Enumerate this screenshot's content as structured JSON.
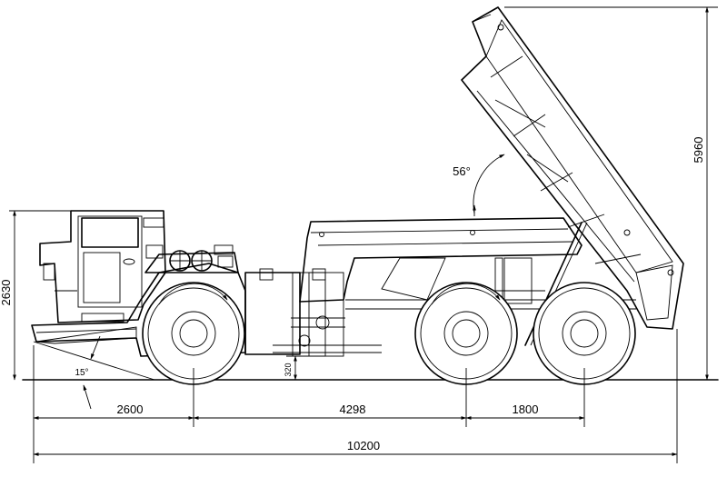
{
  "dimensions": {
    "front_overhang": "2600",
    "wheelbase_front": "4298",
    "wheelbase_rear": "1800",
    "overall_length": "10200",
    "cab_height": "2630",
    "dump_height": "5960",
    "ground_clearance": "320",
    "dump_angle": "56°",
    "approach_angle": "15°"
  },
  "colors": {
    "line": "#000000",
    "background": "#ffffff"
  }
}
